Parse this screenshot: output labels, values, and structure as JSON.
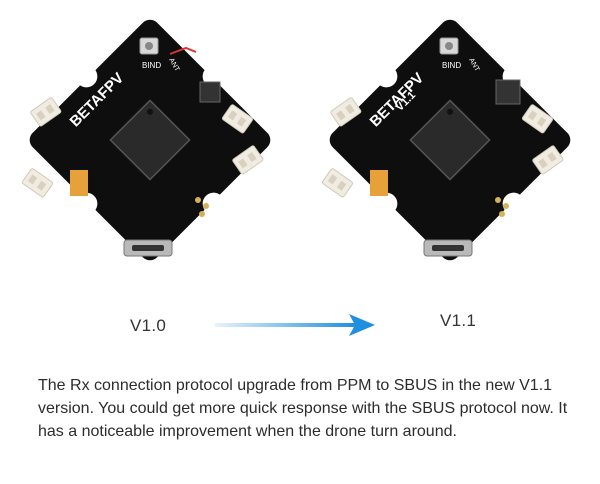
{
  "boards": [
    {
      "version": "V1.0",
      "brand": "BETAFPV",
      "bind_label": "BIND",
      "ant_label": "ANT",
      "board_version_mark": ""
    },
    {
      "version": "V1.1",
      "brand": "BETAFPV",
      "bind_label": "BIND",
      "ant_label": "ANT",
      "board_version_mark": "V1.1"
    }
  ],
  "caption": "The Rx connection protocol upgrade from PPM to SBUS in the new V1.1 version. You could get more quick response with the SBUS protocol now. It has a noticeable improvement when the drone turn around.",
  "colors": {
    "board": "#0d0d0d",
    "connector": "#f1ece1",
    "arrow_start": "#e8f3fb",
    "arrow_end": "#1f8fe0",
    "orange_component": "#e7a13b"
  }
}
